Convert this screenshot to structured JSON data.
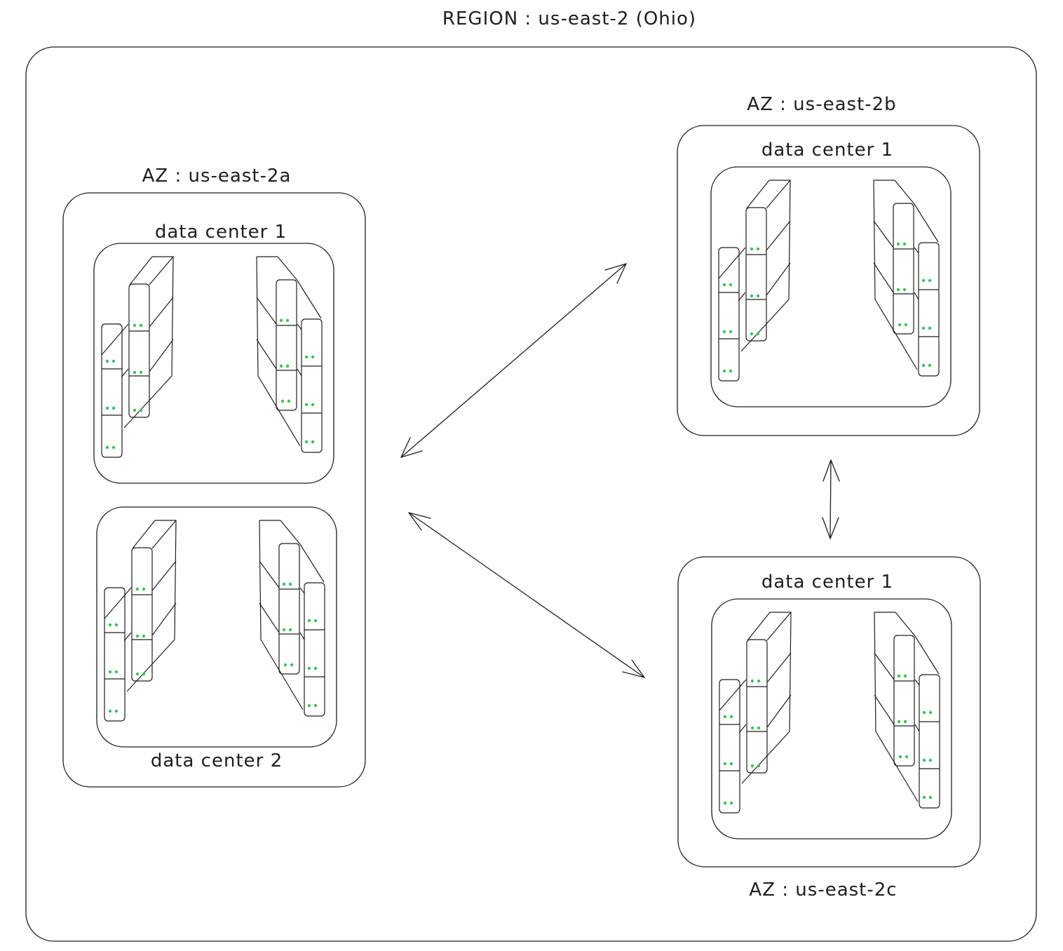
{
  "region": {
    "label": "REGION : us-east-2 (Ohio)"
  },
  "zones": [
    {
      "label": "AZ : us-east-2a",
      "data_centers": [
        {
          "label": "data center 1"
        },
        {
          "label": "data center 2"
        }
      ]
    },
    {
      "label": "AZ : us-east-2b",
      "data_centers": [
        {
          "label": "data center 1"
        }
      ]
    },
    {
      "label": "AZ : us-east-2c",
      "data_centers": [
        {
          "label": "data center 1"
        }
      ]
    }
  ],
  "colors": {
    "stroke": "#1e1e1e",
    "led": "#40c057",
    "background": "#ffffff"
  }
}
